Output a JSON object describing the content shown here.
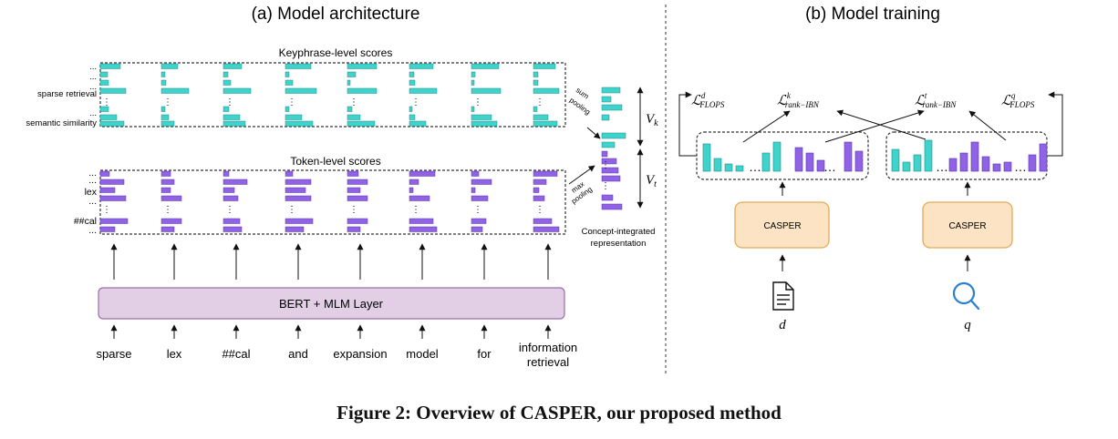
{
  "panels": {
    "architecture_title": "(a) Model architecture",
    "training_title": "(b) Model training"
  },
  "architecture": {
    "keyphrase_title": "Keyphrase-level scores",
    "token_title": "Token-level scores",
    "keyphrase_row_labels": [
      "...",
      "...",
      "...",
      "sparse retrieval",
      "...",
      "semantic similarity"
    ],
    "token_row_labels": [
      "...",
      "...",
      "lex",
      "...",
      "##cal",
      "..."
    ],
    "encoder_label": "BERT + MLM Layer",
    "input_tokens": [
      "sparse",
      "lex",
      "##cal",
      "and",
      "expansion",
      "model",
      "for",
      "information retrieval"
    ],
    "sum_pooling_label": "sum pooling",
    "max_pooling_label": "max pooling",
    "vk_label": "V_k",
    "vt_label": "V_t",
    "concept_label": "Concept-integrated representation",
    "ellipsis": "⋮"
  },
  "training": {
    "loss_d_flops": "L^d_FLOPS",
    "loss_k_rank": "L^k_rank−IBN",
    "loss_t_rank": "L^t_rank−IBN",
    "loss_q_flops": "L^q_FLOPS",
    "casper_doc_label": "CASPER",
    "casper_query_label": "CASPER",
    "doc_symbol": "d",
    "query_symbol": "q",
    "dots": "…"
  },
  "figure_caption": "Figure 2: Overview of CASPER, our proposed method",
  "colors": {
    "keyphrase_bar": "#3fd3cb",
    "token_bar": "#8f62e6",
    "encoder_fill": "#e2cfe6",
    "casper_fill": "#fbe3c4",
    "casper_stroke": "#e1aa5a",
    "query_icon": "#2a7fd4"
  },
  "icons": {
    "document": "document-icon",
    "query": "magnifier-icon"
  }
}
